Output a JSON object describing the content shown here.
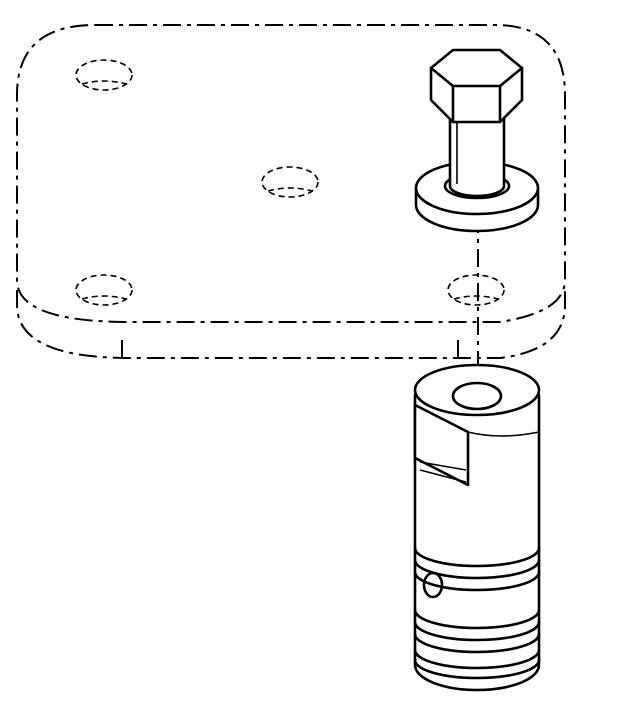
{
  "drawing": {
    "line_color": "#000000",
    "background": "#ffffff",
    "parts": [
      "mounting-plate",
      "hex-bolt",
      "washer",
      "cylindrical-fitting"
    ]
  }
}
